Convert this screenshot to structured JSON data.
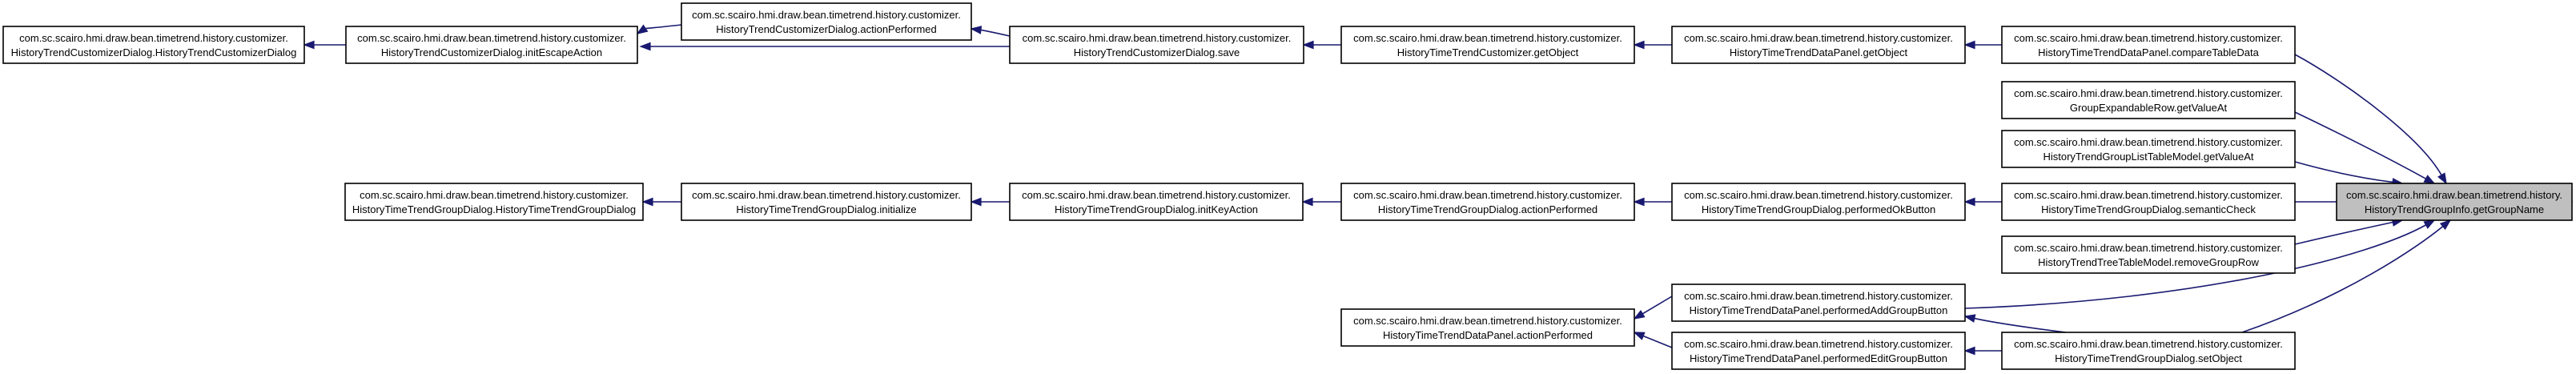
{
  "graph": {
    "nodes": [
      {
        "id": "n0",
        "line1": "com.sc.scairo.hmi.draw.bean.timetrend.history.customizer.",
        "line2": "HistoryTrendCustomizerDialog.HistoryTrendCustomizerDialog"
      },
      {
        "id": "n1",
        "line1": "com.sc.scairo.hmi.draw.bean.timetrend.history.customizer.",
        "line2": "HistoryTrendCustomizerDialog.initEscapeAction"
      },
      {
        "id": "n2",
        "line1": "com.sc.scairo.hmi.draw.bean.timetrend.history.customizer.",
        "line2": "HistoryTrendCustomizerDialog.actionPerformed"
      },
      {
        "id": "n3",
        "line1": "com.sc.scairo.hmi.draw.bean.timetrend.history.customizer.",
        "line2": "HistoryTrendCustomizerDialog.save"
      },
      {
        "id": "n4",
        "line1": "com.sc.scairo.hmi.draw.bean.timetrend.history.customizer.",
        "line2": "HistoryTimeTrendCustomizer.getObject"
      },
      {
        "id": "n5",
        "line1": "com.sc.scairo.hmi.draw.bean.timetrend.history.customizer.",
        "line2": "HistoryTimeTrendDataPanel.getObject"
      },
      {
        "id": "n6",
        "line1": "com.sc.scairo.hmi.draw.bean.timetrend.history.customizer.",
        "line2": "HistoryTimeTrendDataPanel.compareTableData"
      },
      {
        "id": "n7",
        "line1": "com.sc.scairo.hmi.draw.bean.timetrend.history.customizer.",
        "line2": "GroupExpandableRow.getValueAt"
      },
      {
        "id": "n8",
        "line1": "com.sc.scairo.hmi.draw.bean.timetrend.history.customizer.",
        "line2": "HistoryTrendGroupListTableModel.getValueAt"
      },
      {
        "id": "n9",
        "line1": "com.sc.scairo.hmi.draw.bean.timetrend.history.customizer.",
        "line2": "HistoryTimeTrendGroupDialog.HistoryTimeTrendGroupDialog"
      },
      {
        "id": "n10",
        "line1": "com.sc.scairo.hmi.draw.bean.timetrend.history.customizer.",
        "line2": "HistoryTimeTrendGroupDialog.initialize"
      },
      {
        "id": "n11",
        "line1": "com.sc.scairo.hmi.draw.bean.timetrend.history.customizer.",
        "line2": "HistoryTimeTrendGroupDialog.initKeyAction"
      },
      {
        "id": "n12",
        "line1": "com.sc.scairo.hmi.draw.bean.timetrend.history.customizer.",
        "line2": "HistoryTimeTrendGroupDialog.actionPerformed"
      },
      {
        "id": "n13",
        "line1": "com.sc.scairo.hmi.draw.bean.timetrend.history.customizer.",
        "line2": "HistoryTimeTrendGroupDialog.performedOkButton"
      },
      {
        "id": "n14",
        "line1": "com.sc.scairo.hmi.draw.bean.timetrend.history.customizer.",
        "line2": "HistoryTimeTrendGroupDialog.semanticCheck"
      },
      {
        "id": "n15",
        "line1": "com.sc.scairo.hmi.draw.bean.timetrend.history.",
        "line2": "HistoryTrendGroupInfo.getGroupName",
        "focus": true
      },
      {
        "id": "n16",
        "line1": "com.sc.scairo.hmi.draw.bean.timetrend.history.customizer.",
        "line2": "HistoryTrendTreeTableModel.removeGroupRow"
      },
      {
        "id": "n17",
        "line1": "com.sc.scairo.hmi.draw.bean.timetrend.history.customizer.",
        "line2": "HistoryTimeTrendDataPanel.performedAddGroupButton"
      },
      {
        "id": "n18",
        "line1": "com.sc.scairo.hmi.draw.bean.timetrend.history.customizer.",
        "line2": "HistoryTimeTrendDataPanel.actionPerformed"
      },
      {
        "id": "n19",
        "line1": "com.sc.scairo.hmi.draw.bean.timetrend.history.customizer.",
        "line2": "HistoryTimeTrendDataPanel.performedEditGroupButton"
      },
      {
        "id": "n20",
        "line1": "com.sc.scairo.hmi.draw.bean.timetrend.history.customizer.",
        "line2": "HistoryTimeTrendGroupDialog.setObject"
      }
    ],
    "edges": [
      [
        "n1",
        "n0"
      ],
      [
        "n2",
        "n1"
      ],
      [
        "n3",
        "n1"
      ],
      [
        "n3",
        "n2"
      ],
      [
        "n4",
        "n3"
      ],
      [
        "n5",
        "n4"
      ],
      [
        "n6",
        "n5"
      ],
      [
        "n6",
        "n15"
      ],
      [
        "n7",
        "n15"
      ],
      [
        "n8",
        "n15"
      ],
      [
        "n14",
        "n15"
      ],
      [
        "n16",
        "n15"
      ],
      [
        "n17",
        "n15"
      ],
      [
        "n20",
        "n15"
      ],
      [
        "n10",
        "n9"
      ],
      [
        "n11",
        "n10"
      ],
      [
        "n12",
        "n11"
      ],
      [
        "n13",
        "n12"
      ],
      [
        "n14",
        "n13"
      ],
      [
        "n17",
        "n18"
      ],
      [
        "n19",
        "n18"
      ],
      [
        "n20",
        "n17"
      ],
      [
        "n20",
        "n19"
      ]
    ]
  }
}
